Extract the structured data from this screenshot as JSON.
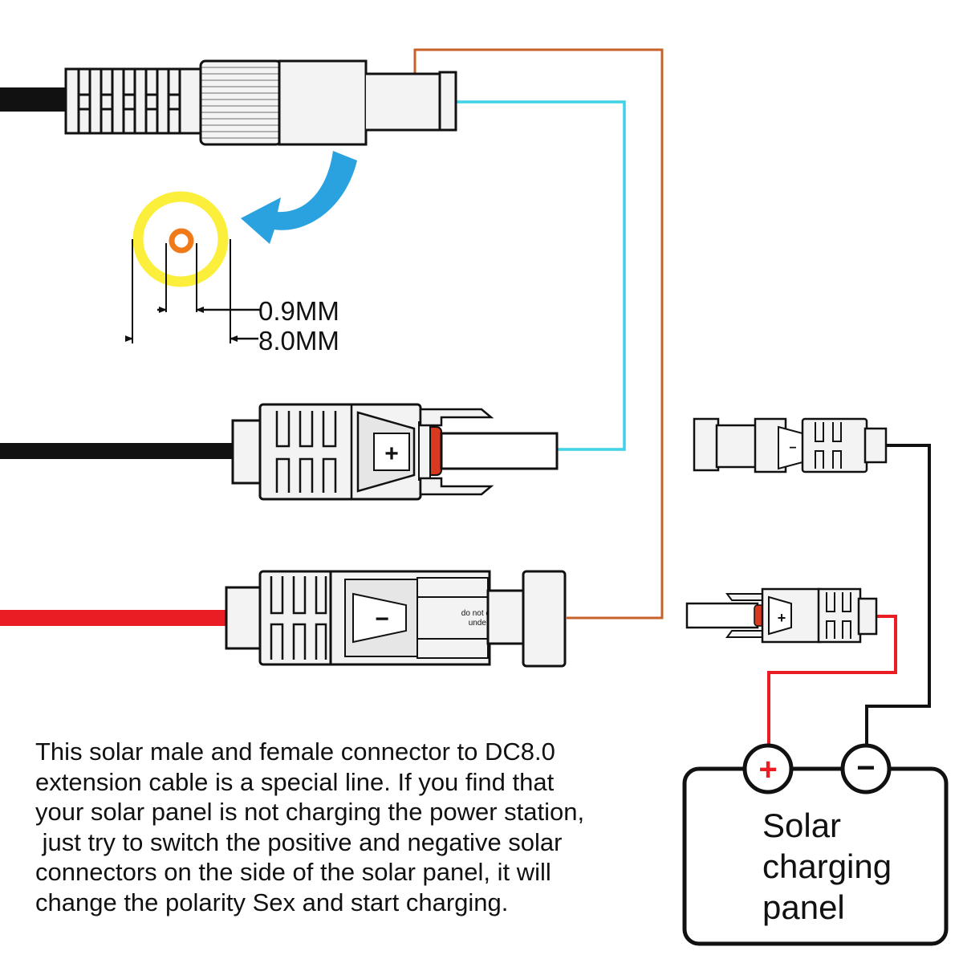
{
  "dimensions": {
    "pin_diameter": "0.9MM",
    "outer_diameter": "8.0MM"
  },
  "polarity": {
    "plus": "+",
    "minus": "−"
  },
  "warning": {
    "line1": "do not disconnect",
    "line2": "under loading"
  },
  "panel": {
    "line1": "Solar",
    "line2": "charging",
    "line3": "panel"
  },
  "description": [
    "This solar male and female connector to DC8.0",
    "extension cable is a special line. If you find that",
    "your solar panel is not charging the power station,",
    " just try to switch the positive and negative solar",
    "connectors on the side of the solar panel, it will",
    "change the polarity Sex and start charging."
  ],
  "colors": {
    "wire_orange": "#c8602a",
    "wire_cyan": "#3fd1e6",
    "wire_red": "#ea1c24",
    "wire_black": "#111111",
    "arrow_blue": "#2ba2e0",
    "ring_yellow": "#fbef3c",
    "pin_orange": "#f07a1a"
  }
}
